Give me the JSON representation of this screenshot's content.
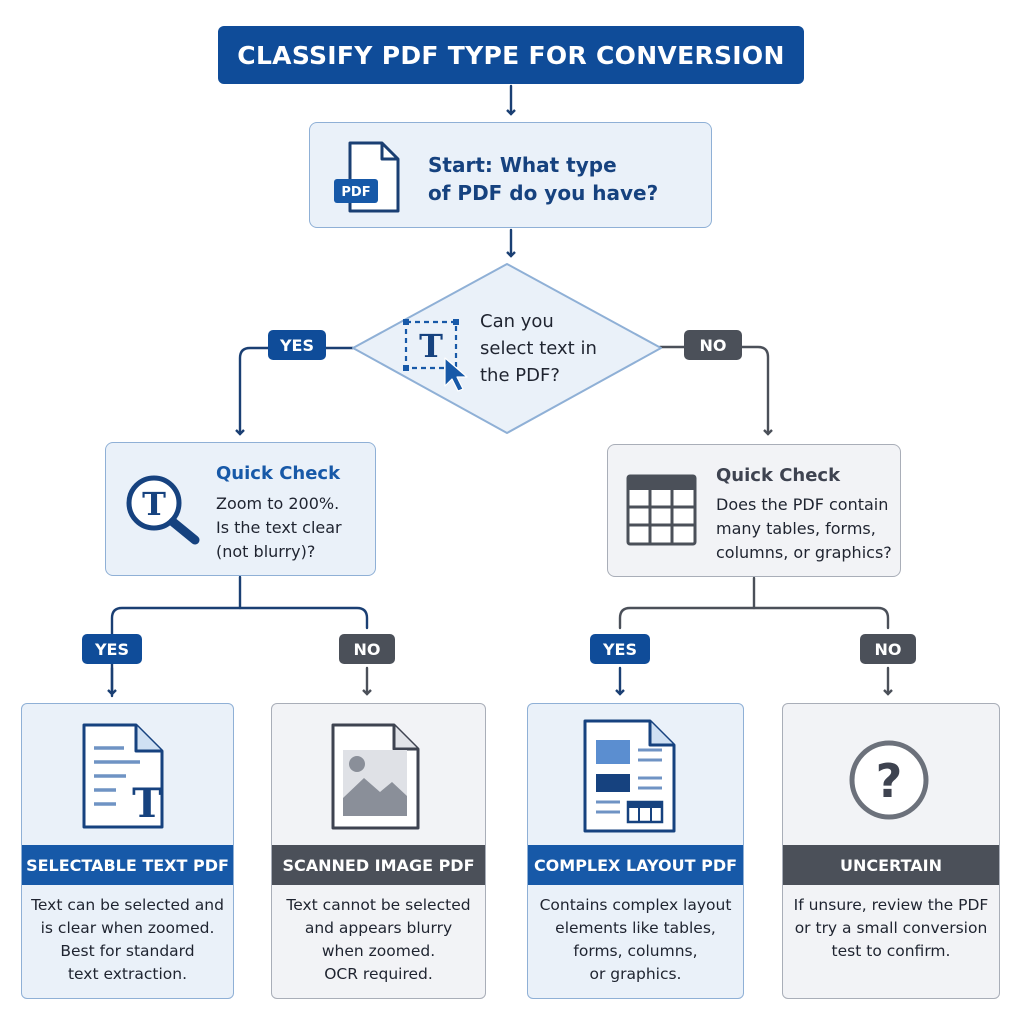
{
  "title": "CLASSIFY PDF TYPE FOR CONVERSION",
  "start": {
    "icon": "pdf-file-icon",
    "icon_label": "PDF",
    "lines": [
      "Start: What type",
      "of PDF do you have?"
    ]
  },
  "decision": {
    "icon": "text-select-cursor-icon",
    "lines": [
      "Can you",
      "select text in",
      "the PDF?"
    ]
  },
  "labels": {
    "yes": "YES",
    "no": "NO"
  },
  "left_check": {
    "icon": "magnify-text-icon",
    "title": "Quick Check",
    "lines": [
      "Zoom to 200%.",
      "Is the text clear",
      "(not blurry)?"
    ]
  },
  "right_check": {
    "icon": "table-grid-icon",
    "title": "Quick Check",
    "lines": [
      "Does the PDF contain",
      "many tables, forms,",
      "columns, or graphics?"
    ]
  },
  "results": [
    {
      "icon": "text-document-icon",
      "title": "SELECTABLE TEXT PDF",
      "lines": [
        "Text can be selected and",
        "is clear when zoomed.",
        "Best for standard",
        "text extraction."
      ]
    },
    {
      "icon": "image-document-icon",
      "title": "SCANNED IMAGE PDF",
      "lines": [
        "Text cannot be selected",
        "and appears blurry",
        "when zoomed.",
        "OCR required."
      ]
    },
    {
      "icon": "layout-document-icon",
      "title": "COMPLEX LAYOUT PDF",
      "lines": [
        "Contains complex layout",
        "elements like tables,",
        "forms, columns,",
        "or graphics."
      ]
    },
    {
      "icon": "question-mark-icon",
      "title": "UNCERTAIN",
      "lines": [
        "If unsure, review the PDF",
        "or try a small conversion",
        "test to confirm."
      ]
    }
  ],
  "colors": {
    "primary": "#0f4c99",
    "accent": "#1759a8",
    "neutral": "#4b5059",
    "light_blue": "#eaf1f9",
    "light_gray": "#f2f3f6"
  }
}
